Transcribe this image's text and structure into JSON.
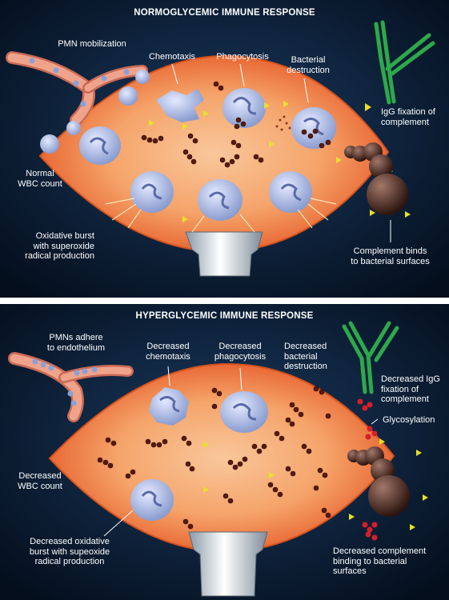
{
  "normoglycemic": {
    "title": "NORMOGLYCEMIC IMMUNE RESPONSE",
    "labels": {
      "pmn_mobilization": "PMN mobilization",
      "chemotaxis": "Chemotaxis",
      "phagocytosis": "Phagocytosis",
      "bacterial_destruction_1": "Bacterial",
      "bacterial_destruction_2": "destruction",
      "igg_fixation_1": "IgG fixation of",
      "igg_fixation_2": "complement",
      "normal_wbc_1": "Normal",
      "normal_wbc_2": "WBC count",
      "oxidative_burst_1": "Oxidative burst",
      "oxidative_burst_2": "with superoxide",
      "oxidative_burst_3": "radical production",
      "complement_binds_1": "Complement binds",
      "complement_binds_2": "to bacterial surfaces"
    }
  },
  "hyperglycemic": {
    "title": "HYPERGLYCEMIC IMMUNE RESPONSE",
    "labels": {
      "pmns_adhere_1": "PMNs adhere",
      "pmns_adhere_2": "to endothelium",
      "decreased_chemotaxis_1": "Decreased",
      "decreased_chemotaxis_2": "chemotaxis",
      "decreased_phagocytosis_1": "Decreased",
      "decreased_phagocytosis_2": "phagocytosis",
      "decreased_destruction_1": "Decreased",
      "decreased_destruction_2": "bacterial",
      "decreased_destruction_3": "destruction",
      "decreased_igg_1": "Decreased IgG",
      "decreased_igg_2": "fixation of",
      "decreased_igg_3": "complement",
      "glycosylation": "Glycosylation",
      "decreased_wbc_1": "Decreased",
      "decreased_wbc_2": "WBC count",
      "decreased_oxidative_1": "Decreased oxidative",
      "decreased_oxidative_2": "burst with supeoxide",
      "decreased_oxidative_3": "radical production",
      "decreased_complement_1": "Decreased complement",
      "decreased_complement_2": "binding to bacterial",
      "decreased_complement_3": "surfaces"
    }
  },
  "colors": {
    "background_top": "#0d2744",
    "background_bottom": "#04101e",
    "tissue": "#f07a3a",
    "tissue_inner": "#f6b07a",
    "vessel": "#e68f73",
    "cell": "#aebde6",
    "bacteria": "#5a1a10",
    "complement": "#4a2a22",
    "antibody": "#2ea84a",
    "marker": "#e8e02a",
    "glycosylation": "#d4202a",
    "divider": "#ffffff"
  }
}
